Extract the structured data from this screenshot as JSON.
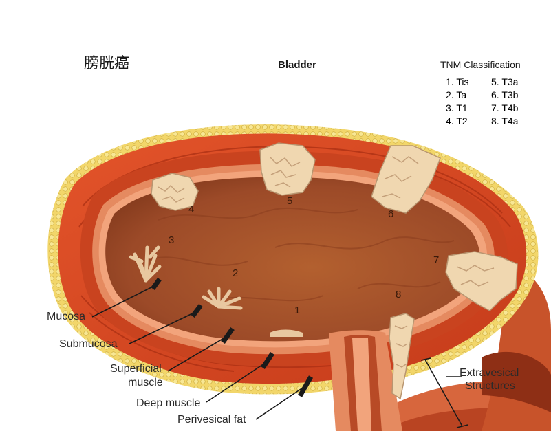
{
  "header": {
    "chinese_title": "膀胱癌",
    "title": "Bladder"
  },
  "tnm": {
    "heading": "TNM Classification",
    "col1": [
      "1. Tis",
      "2. Ta",
      "3. T1",
      "4. T2"
    ],
    "col2": [
      "5. T3a",
      "6. T3b",
      "7. T4b",
      "8. T4a"
    ]
  },
  "layers": {
    "mucosa": "Mucosa",
    "submucosa": "Submucosa",
    "superficial_muscle_1": "Superficial",
    "superficial_muscle_2": "muscle",
    "deep_muscle": "Deep muscle",
    "perivesical_fat": "Perivesical fat"
  },
  "extravesical": {
    "line1": "Extravesical",
    "line2": "Structures"
  },
  "stage_markers": [
    "1",
    "2",
    "3",
    "4",
    "5",
    "6",
    "7",
    "8"
  ],
  "colors": {
    "lumen": "#a9552f",
    "muscle": "#d64a24",
    "fat": "#f0d560",
    "tumor": "#f0d7b0",
    "mucosa": "#f3a77f"
  }
}
